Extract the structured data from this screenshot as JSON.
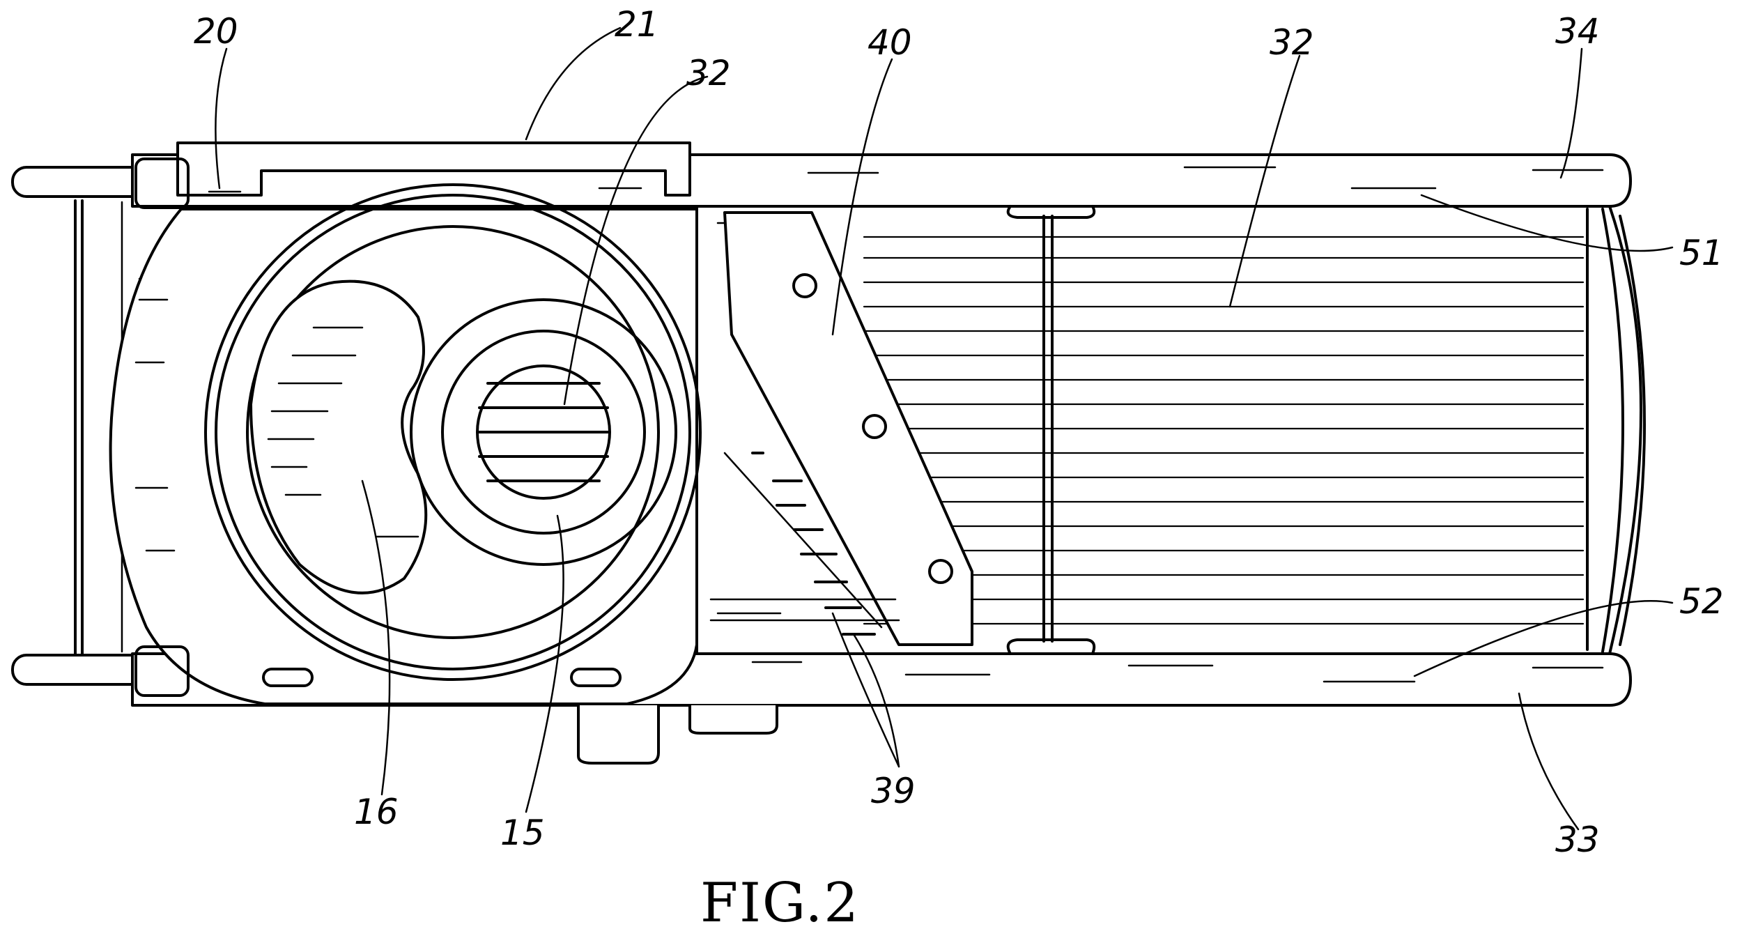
{
  "figure": {
    "caption": "FIG.2",
    "labels": {
      "n20": "20",
      "n21": "21",
      "n32a": "32",
      "n40": "40",
      "n32b": "32",
      "n34": "34",
      "n51": "51",
      "n52": "52",
      "n33": "33",
      "n39": "39",
      "n16": "16",
      "n15": "15"
    }
  }
}
